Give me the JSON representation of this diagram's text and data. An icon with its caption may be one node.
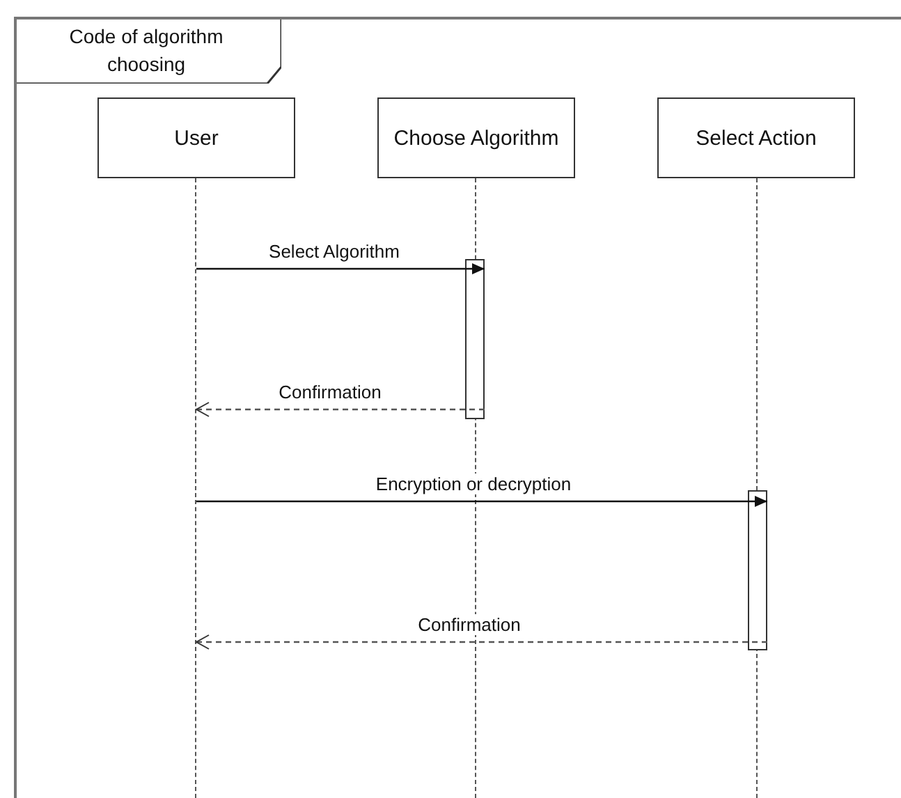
{
  "diagram": {
    "nodes": [
      {
        "text": [
          "Code of algorithm choosing"
        ]
      },
      {
        "text": [
          "User"
        ],
        "in": 0
      },
      {
        "text": [
          "Choose Algorithm"
        ],
        "in": 0
      },
      {
        "text": [
          "Select Action"
        ],
        "in": 0
      },
      {
        "text": [],
        "shape": "bar",
        "in": 0
      },
      {
        "text": [],
        "shape": "bar",
        "in": 0
      },
      {
        "text": [],
        "shape": "line",
        "in": 0
      },
      {
        "text": [],
        "shape": "line",
        "in": 0
      },
      {
        "text": [],
        "shape": "line",
        "in": 0
      }
    ],
    "edges": [
      {
        "from": 6,
        "to": 4,
        "arrow": "to",
        "label": "Select Algorithm"
      },
      {
        "from": 4,
        "to": 6,
        "arrow": "to",
        "label": "Confirmation",
        "style": "dashed"
      },
      {
        "from": 6,
        "to": 5,
        "arrow": "to",
        "label": "Encryption or decryption"
      },
      {
        "from": 5,
        "to": 6,
        "arrow": "to",
        "label": "Confirmation",
        "style": "dashed"
      }
    ]
  }
}
